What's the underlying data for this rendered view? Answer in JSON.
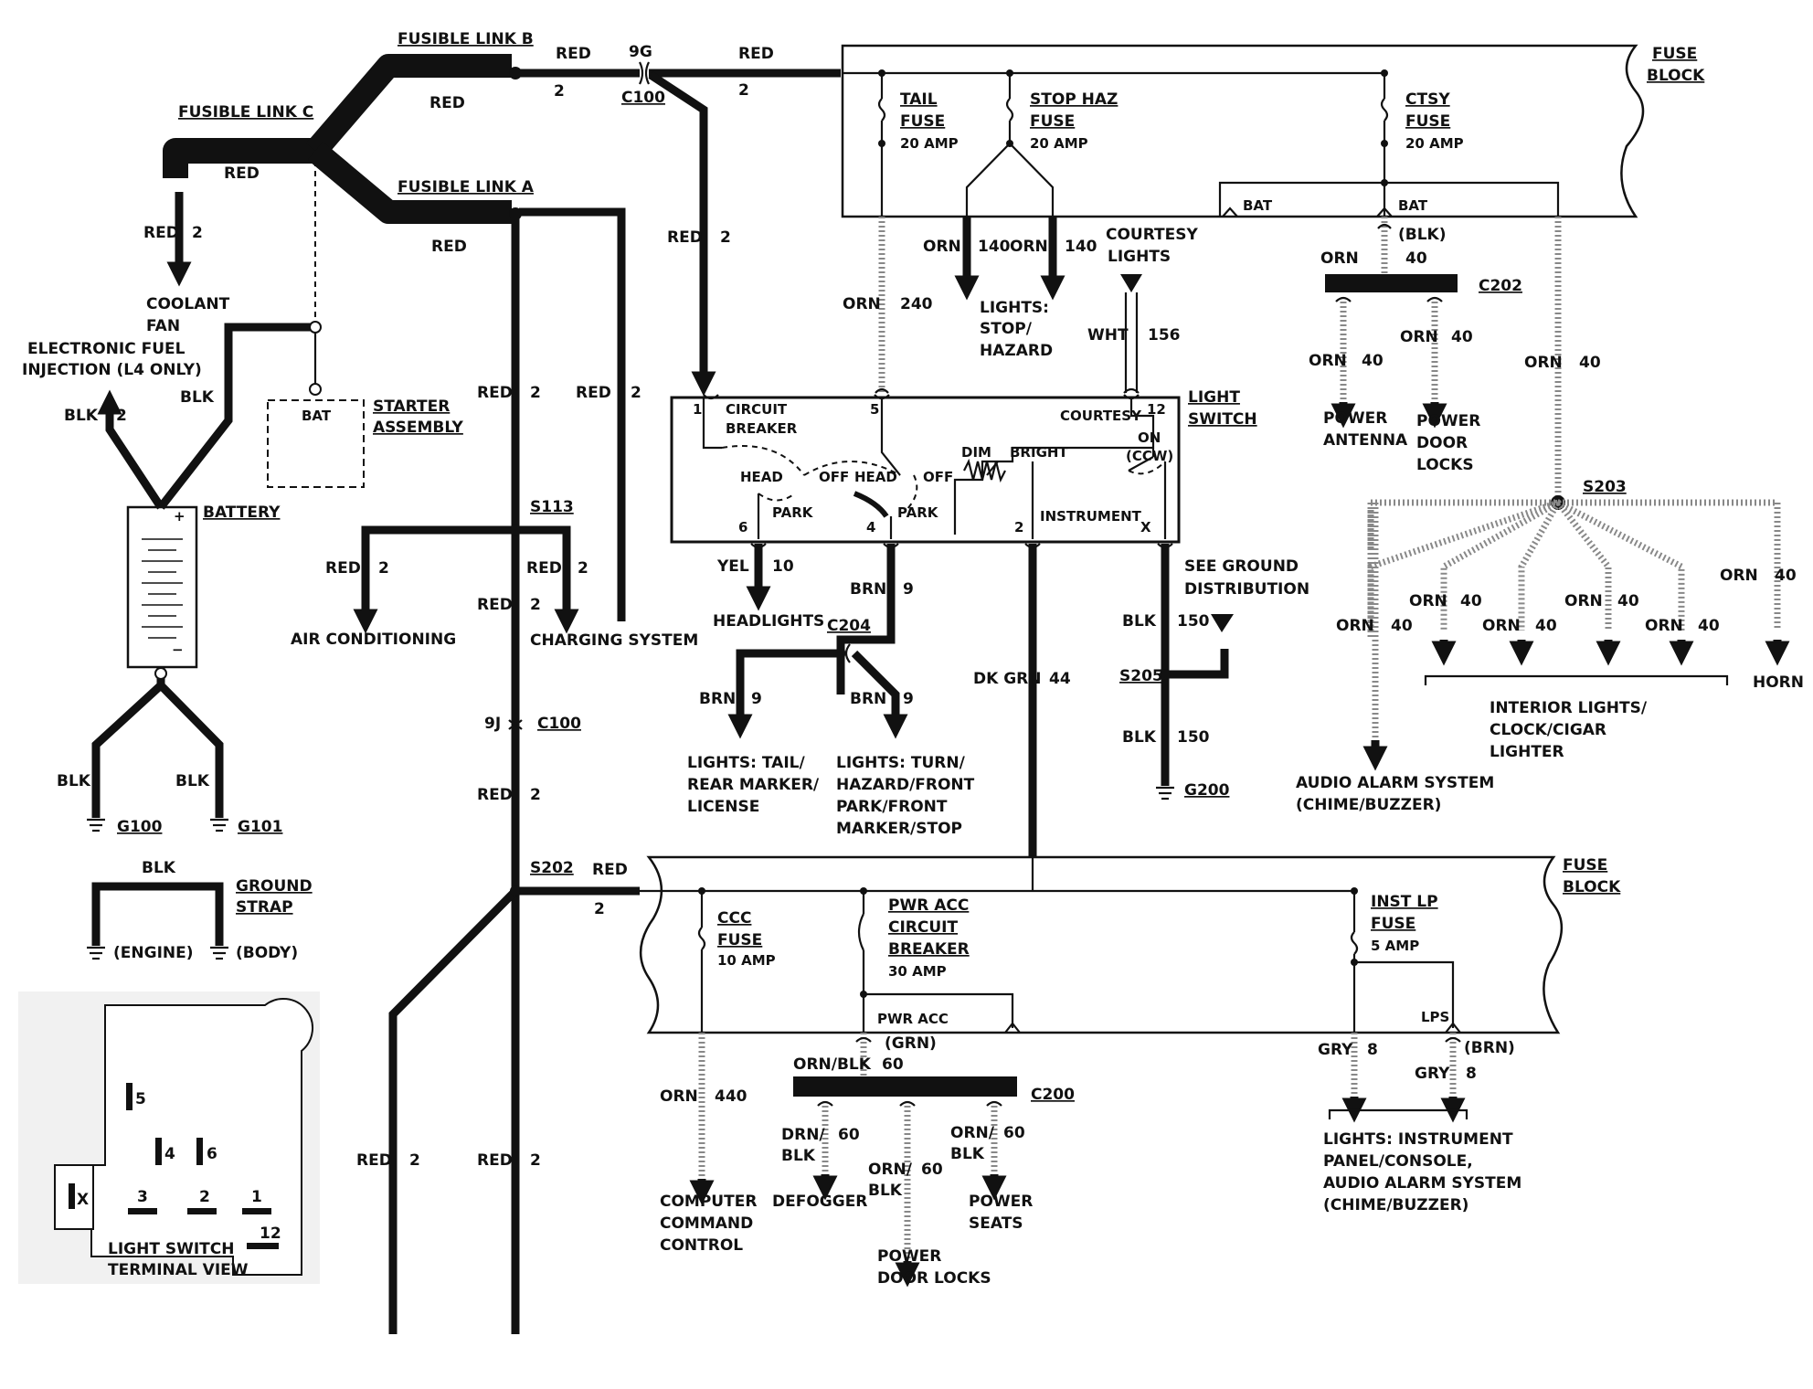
{
  "fusible_links": {
    "b": "FUSIBLE LINK B",
    "c": "FUSIBLE LINK C",
    "a": "FUSIBLE LINK A"
  },
  "wire_labels": {
    "red": "RED",
    "blk": "BLK",
    "orn": "ORN",
    "brn": "BRN",
    "yel": "YEL",
    "wht": "WHT",
    "gry": "GRY",
    "dk_grn": "DK GRN",
    "orn_blk": "ORN/BLK",
    "blk_paren": "(BLK)",
    "grn_paren": "(GRN)",
    "brn_paren": "(BRN)"
  },
  "circuit_numbers": {
    "n2": "2",
    "n9": "9",
    "n10": "10",
    "n40": "40",
    "n44": "44",
    "n60": "60",
    "n140": "140",
    "n150": "150",
    "n156": "156",
    "n240": "240",
    "n440": "440",
    "n8": "8"
  },
  "connectors": {
    "c100": "C100",
    "c100_pin_top": "9G",
    "c100_pin_low": "9J",
    "c200": "C200",
    "c202": "C202",
    "c204": "C204",
    "s113": "S113",
    "s202": "S202",
    "s203": "S203",
    "s205": "S205",
    "g100": "G100",
    "g101": "G101",
    "g200": "G200"
  },
  "upper_fuse_block": {
    "title_1": "FUSE",
    "title_2": "BLOCK",
    "tail_fuse_1": "TAIL",
    "tail_fuse_2": "FUSE",
    "tail_amp": "20 AMP",
    "stop_haz_1": "STOP HAZ",
    "stop_haz_2": "FUSE",
    "stop_haz_amp": "20 AMP",
    "ctsy_1": "CTSY",
    "ctsy_2": "FUSE",
    "ctsy_amp": "20 AMP",
    "bat": "BAT"
  },
  "lower_fuse_block": {
    "title_1": "FUSE",
    "title_2": "BLOCK",
    "ccc_1": "CCC",
    "ccc_2": "FUSE",
    "ccc_amp": "10 AMP",
    "pwr_acc_1": "PWR ACC",
    "pwr_acc_2": "CIRCUIT",
    "pwr_acc_3": "BREAKER",
    "pwr_acc_amp": "30 AMP",
    "pwr_acc_tap": "PWR ACC",
    "inst_lp_1": "INST LP",
    "inst_lp_2": "FUSE",
    "inst_lp_amp": "5 AMP",
    "lps": "LPS"
  },
  "light_switch": {
    "title_1": "LIGHT",
    "title_2": "SWITCH",
    "circuit": "CIRCUIT",
    "breaker": "BREAKER",
    "head": "HEAD",
    "off": "OFF",
    "park": "PARK",
    "dim": "DIM",
    "bright": "BRIGHT",
    "courtesy": "COURTESY",
    "on": "ON",
    "ccw": "(CCW)",
    "instrument": "INSTRUMENT",
    "pin1": "1",
    "pin5": "5",
    "pin12": "12",
    "pin6": "6",
    "pin4": "4",
    "pin2": "2",
    "pinx": "X"
  },
  "components": {
    "coolant_1": "COOLANT",
    "coolant_2": "FAN",
    "efi_1": "ELECTRONIC FUEL",
    "efi_2": "INJECTION (L4 ONLY)",
    "starter_1": "STARTER",
    "starter_2": "ASSEMBLY",
    "starter_bat": "BAT",
    "battery": "BATTERY",
    "ground_strap_1": "GROUND",
    "ground_strap_2": "STRAP",
    "engine": "(ENGINE)",
    "body": "(BODY)",
    "air_conditioning": "AIR CONDITIONING",
    "charging_system": "CHARGING SYSTEM",
    "courtesy_lights_1": "COURTESY",
    "courtesy_lights_2": "LIGHTS",
    "stop_hazard_1": "LIGHTS:",
    "stop_hazard_2": "STOP/",
    "stop_hazard_3": "HAZARD",
    "power_antenna_1": "POWER",
    "power_antenna_2": "ANTENNA",
    "power_door_locks_1": "POWER",
    "power_door_locks_2": "DOOR",
    "power_door_locks_3": "LOCKS",
    "headlights": "HEADLIGHTS",
    "see_ground_1": "SEE GROUND",
    "see_ground_2": "DISTRIBUTION",
    "tail_1": "LIGHTS: TAIL/",
    "tail_2": "REAR MARKER/",
    "tail_3": "LICENSE",
    "turn_1": "LIGHTS: TURN/",
    "turn_2": "HAZARD/FRONT",
    "turn_3": "PARK/FRONT",
    "turn_4": "MARKER/STOP",
    "audio_1": "AUDIO ALARM SYSTEM",
    "audio_2": "(CHIME/BUZZER)",
    "interior_1": "INTERIOR LIGHTS/",
    "interior_2": "CLOCK/CIGAR",
    "interior_3": "LIGHTER",
    "horn": "HORN",
    "computer_1": "COMPUTER",
    "computer_2": "COMMAND",
    "computer_3": "CONTROL",
    "defogger": "DEFOGGER",
    "pdl2_1": "POWER",
    "pdl2_2": "DOOR LOCKS",
    "power_seats_1": "POWER",
    "power_seats_2": "SEATS",
    "inst_panel_1": "LIGHTS: INSTRUMENT",
    "inst_panel_2": "PANEL/CONSOLE,",
    "inst_panel_3": "AUDIO ALARM SYSTEM",
    "inst_panel_4": "(CHIME/BUZZER)"
  },
  "terminal_view": {
    "title_1": "LIGHT SWITCH",
    "title_2": "TERMINAL VIEW",
    "t5": "5",
    "t4": "4",
    "t6": "6",
    "t3": "3",
    "t2": "2",
    "t1": "1",
    "t12": "12",
    "tx": "X"
  }
}
